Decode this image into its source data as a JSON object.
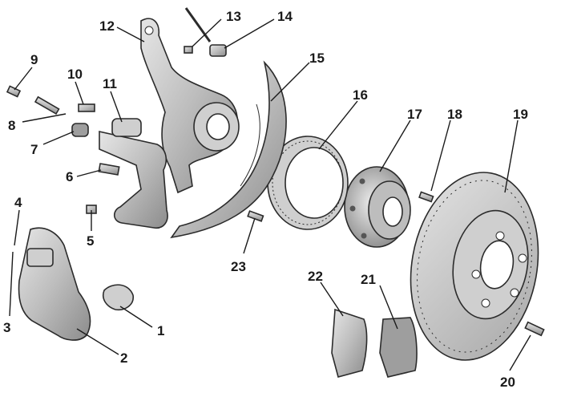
{
  "diagram": {
    "callouts": [
      {
        "id": "c1",
        "label": "1"
      },
      {
        "id": "c2",
        "label": "2"
      },
      {
        "id": "c3",
        "label": "3"
      },
      {
        "id": "c4",
        "label": "4"
      },
      {
        "id": "c5",
        "label": "5"
      },
      {
        "id": "c6",
        "label": "6"
      },
      {
        "id": "c7",
        "label": "7"
      },
      {
        "id": "c8",
        "label": "8"
      },
      {
        "id": "c9",
        "label": "9"
      },
      {
        "id": "c10",
        "label": "10"
      },
      {
        "id": "c11",
        "label": "11"
      },
      {
        "id": "c12",
        "label": "12"
      },
      {
        "id": "c13",
        "label": "13"
      },
      {
        "id": "c14",
        "label": "14"
      },
      {
        "id": "c15",
        "label": "15"
      },
      {
        "id": "c16",
        "label": "16"
      },
      {
        "id": "c17",
        "label": "17"
      },
      {
        "id": "c18",
        "label": "18"
      },
      {
        "id": "c19",
        "label": "19"
      },
      {
        "id": "c20",
        "label": "20"
      },
      {
        "id": "c21",
        "label": "21"
      },
      {
        "id": "c22",
        "label": "22"
      },
      {
        "id": "c23",
        "label": "23"
      }
    ],
    "colors": {
      "metal_light": "#d9d9d9",
      "metal_mid": "#b3b3b3",
      "metal_dark": "#7a7a7a",
      "outline": "#2b2b2b"
    }
  }
}
